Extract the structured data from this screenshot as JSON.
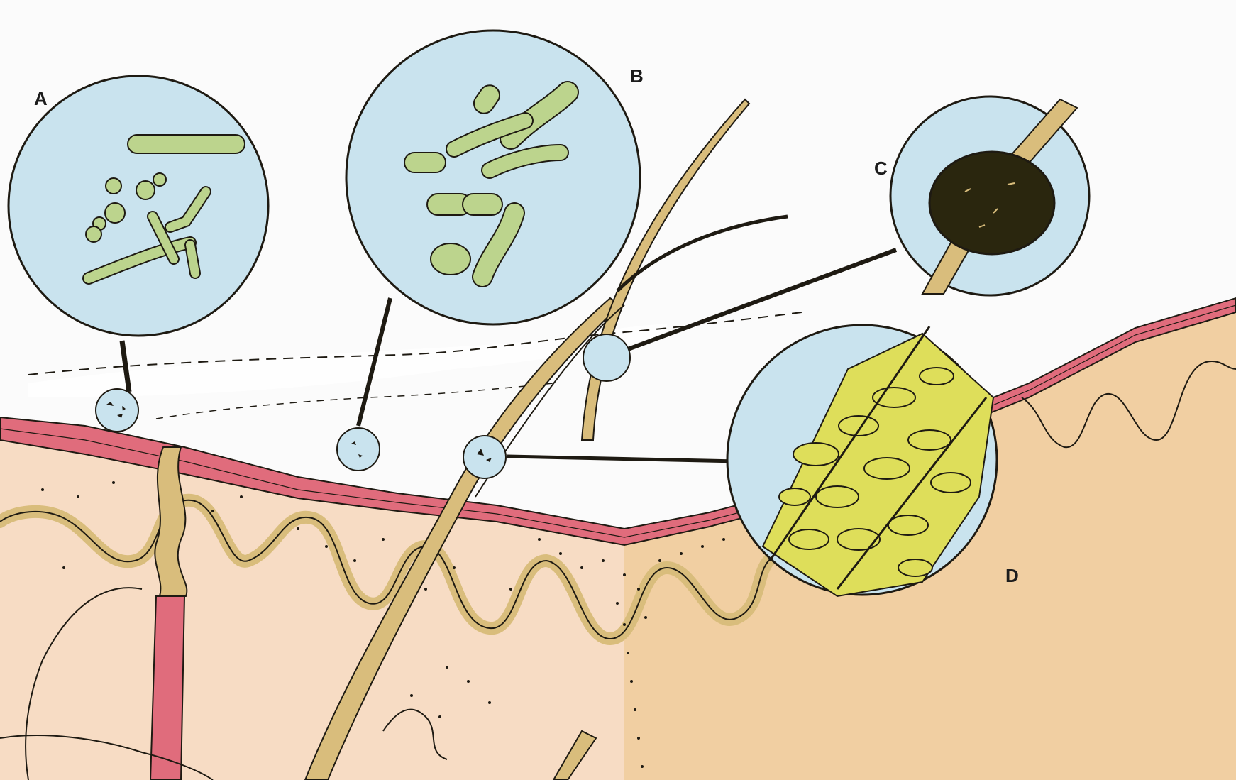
{
  "labels": {
    "a": "A",
    "b": "B",
    "c": "C",
    "d": "D"
  },
  "colors": {
    "skin_light": "#f7dcc4",
    "skin_dark": "#f0cfa0",
    "epidermis": "#e06c7c",
    "hair": "#d9bd7c",
    "magnifier": "#c9e3ee",
    "organism": "#bcd48d",
    "hyphae_mass": "#dede5a",
    "black_nodule": "#2a260e",
    "outline": "#1e1a12"
  },
  "icons": {
    "magnifier_a": "circle-magnifier",
    "magnifier_b": "circle-magnifier",
    "magnifier_c": "circle-magnifier",
    "magnifier_d": "circle-magnifier"
  }
}
